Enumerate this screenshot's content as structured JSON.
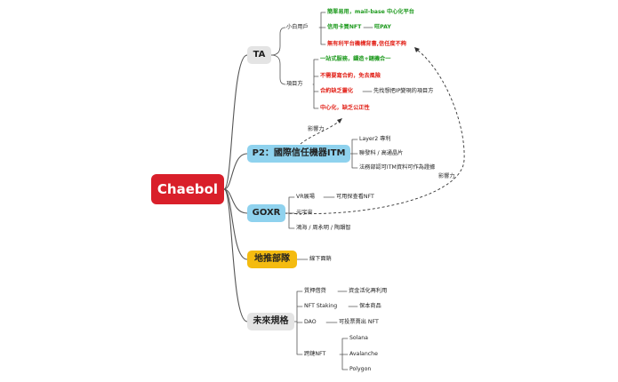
{
  "center": "Chaebol",
  "ta": {
    "label": "TA",
    "xiaobai": "小白用戶",
    "xiaobai_items": [
      "簡單易用，mail-base 中心化平台",
      "信用卡買NFT",
      "旺PAY",
      "無有利平台機構背書,信任度不夠"
    ],
    "project": "項目方",
    "project_items": [
      "一站式服務，鑄造+鏈機合一",
      "不需要寫合約，免去風險",
      "合約缺乏靈化",
      "先找想把IP變現的項目方",
      "中心化，缺乏公正性"
    ]
  },
  "p2": {
    "label": "P2：國際信任機器ITM",
    "items": [
      "Layer2 專利",
      "聯發科 / 高通晶片",
      "法務部認可ITM資料可作為證據"
    ],
    "influence": "影響力"
  },
  "goxr": {
    "label": "GOXR",
    "items": [
      "VR展場",
      "可用探查看NFT",
      "元宇宙",
      "鴻海 / 周永明 / 陶韻智"
    ],
    "influence": "影響力"
  },
  "ground": {
    "label": "地推部隊",
    "items": [
      "線下面銷"
    ]
  },
  "future": {
    "label": "未來規格",
    "items": [
      "質押借貸",
      "資金活化再利用",
      "NFT Staking",
      "保本商品",
      "DAO",
      "可投票賣出 NFT",
      "跨鏈NFT",
      "Solana",
      "Avalanche",
      "Polygon"
    ]
  },
  "colors": {
    "center": "#d91f2a",
    "link": "#555555",
    "branch_gray": "#e4e4e4",
    "branch_blue": "#8fd2ee",
    "branch_gold": "#f4bb10",
    "green_text": "#1e9a1e",
    "red_text": "#e2231a"
  }
}
